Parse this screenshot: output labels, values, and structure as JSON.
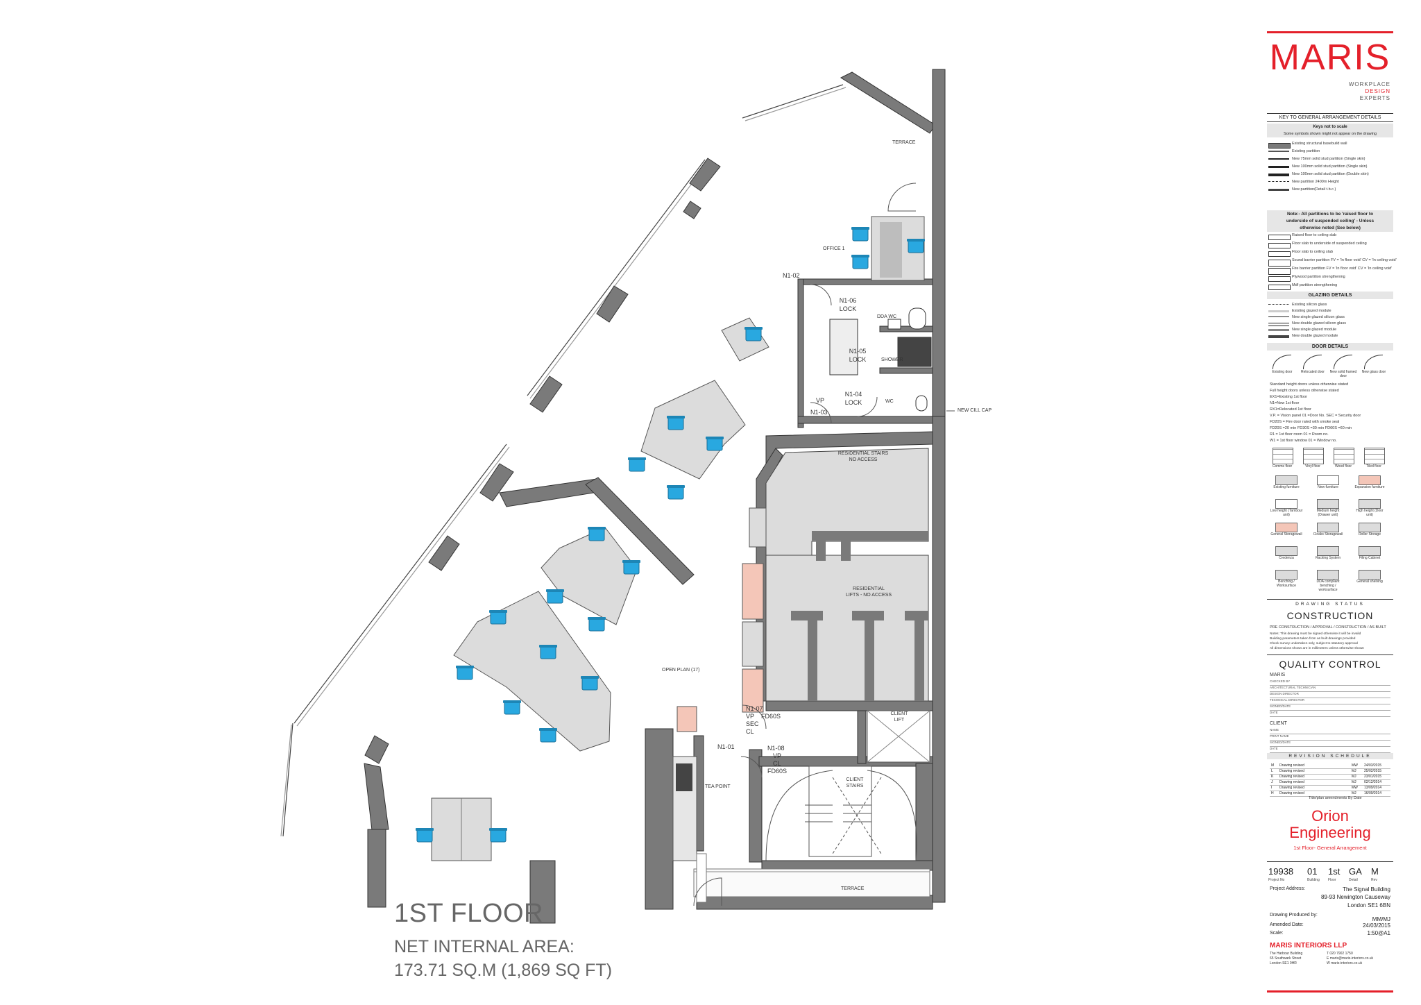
{
  "floor": {
    "title": "1ST FLOOR",
    "area_label": "NET INTERNAL AREA:",
    "area_value": "173.71 SQ.M (1,869 SQ FT)"
  },
  "rooms": {
    "terrace_top": "TERRACE",
    "office1": "OFFICE 1",
    "dda_wc": "DDA WC",
    "shower": "SHOWER",
    "wc": "WC",
    "res_stairs_1": "RESIDENTIAL STAIRS",
    "res_stairs_2": "NO ACCESS",
    "res_lifts_1": "RESIDENTIAL",
    "res_lifts_2": "LIFTS - NO ACCESS",
    "open_plan": "OPEN PLAN (17)",
    "tea_point": "TEA POINT",
    "client_lift_1": "CLIENT",
    "client_lift_2": "LIFT",
    "client_stairs_1": "CLIENT",
    "client_stairs_2": "STAIRS",
    "terrace_bottom": "TERRACE",
    "new_cill_cap": "NEW CILL CAP"
  },
  "doors": {
    "n102": "N1-02",
    "n106": "N1-06",
    "n106_b": "LOCK",
    "n105": "N1-05",
    "n105_b": "LOCK",
    "n104": "N1-04",
    "n104_b": "LOCK",
    "n103": "N1-03",
    "vp": "VP",
    "n107": "N1-07",
    "n107_b": "VP",
    "n107_c": "FD60S",
    "n107_d": "SEC",
    "n107_e": "CL",
    "n101": "N1-01",
    "n108": "N1-08",
    "n108_b": "VP",
    "n108_c": "CL",
    "n108_d": "FD60S"
  },
  "titleblock": {
    "logo": "MARIS",
    "tag1": "WORKPLACE",
    "tag2": "DESIGN",
    "tag3": "EXPERTS",
    "key_title": "KEY TO GENERAL ARRANGEMENT DETAILS",
    "keys_note1": "Keys not to scale",
    "keys_note2": "Some symbols shown might not appear on the drawing",
    "wall_keys": [
      "Existing structural basebuild wall",
      "Existing partition",
      "New 75mm solid stud partition (Single skin)",
      "New 100mm solid stud partition (Single skin)",
      "New 100mm solid stud partition (Double skin)",
      "New partition 2400m Height",
      "New partition(Detail t.b.c.)"
    ],
    "partition_note1": "Note:- All partitions to be 'raised floor to",
    "partition_note2": "underside of suspended ceiling' - Unless",
    "partition_note3": "otherwise noted (See below)",
    "partition_keys": [
      "Raised floor to ceiling slab",
      "Floor slab to underside of suspended ceiling",
      "Floor slab to ceiling slab",
      "Sound barrier partition FV = 'In floor void' CV = 'In ceiling void'",
      "Fire barrier partition FV = 'In floor void' CV = 'In ceiling void'",
      "Plywood partition strengthening",
      "Mdf partition strengthening"
    ],
    "glazing_title": "GLAZING DETAILS",
    "glazing_keys": [
      "Existing silicon glass",
      "Existing glazed module",
      "New single glazed silicon glass",
      "New double glazed silicon glass",
      "New single glazed module",
      "New double glazed module"
    ],
    "door_title": "DOOR DETAILS",
    "door_types": [
      "Existing door",
      "Relocated door",
      "New solid framed door",
      "New glass door"
    ],
    "door_notes": [
      "Standard height doors unless otherwise stated",
      "Full height doors unless otherwise stated",
      "EX1=Existing 1st floor",
      "N1=New 1st floor",
      "RX1=Relocated 1st floor",
      "V.P. = Vision panel   01 =Door No.   SEC = Security door",
      "FD20S = Fire door rated with smoke seal",
      "FD20S =20 min   FD30S =30 min   FD60S =60 min",
      "R1 = 1st floor room   01 = Room no.",
      "W1 = 1st floor window   01 = Window no."
    ],
    "floor_types": [
      "Comms floor",
      "Vinyl floor",
      "Wood floor",
      "Tiled floor"
    ],
    "furniture_types": [
      "Existing furniture",
      "New furniture",
      "Expansion furniture",
      "Low height (Tambour unit)",
      "Medium height (Drawer unit)",
      "High height (Door unit)",
      "General Storagewall",
      "Cloaks Storagewall",
      "Roller Storage",
      "Credenza",
      "Racking System",
      "Filing Cabinet",
      "Benching / Worksurface",
      "DDA compliant benching / worksurface",
      "General shelving"
    ],
    "status_title": "DRAWING STATUS",
    "status_value": "CONSTRUCTION",
    "status_options": "PRE CONSTRUCTION / APPROVAL / CONSTRUCTION / AS BUILT",
    "status_notes": [
      "Notes: This drawing must be signed otherwise it will be invalid",
      "Building parameters taken from as built drawings provided",
      "Check survey undertaken only, subject to statutory approval",
      "All dimensions shown are in millimetres unless otherwise shown"
    ],
    "qc_title": "QUALITY CONTROL",
    "qc_maris": "MARIS",
    "qc_rows": [
      "CHECKED BY",
      "ARCHITECTURAL TECHNICIAN",
      "DESIGN DIRECTOR",
      "TECHNICAL DIRECTOR",
      "SIGNED/DATE",
      "DATE"
    ],
    "qc_client": "CLIENT",
    "qc_client_rows": [
      "NAME",
      "PRINT NAME",
      "SIGNED/DATE",
      "DATE"
    ],
    "rev_title": "REVISION SCHEDULE",
    "revisions": [
      {
        "rev": "M",
        "desc": "Drawing revised",
        "by": "MW",
        "date": "24/03/2015"
      },
      {
        "rev": "L",
        "desc": "Drawing revised",
        "by": "MJ",
        "date": "25/02/2015"
      },
      {
        "rev": "K",
        "desc": "Drawing revised",
        "by": "MJ",
        "date": "23/01/2015"
      },
      {
        "rev": "J",
        "desc": "Drawing revised",
        "by": "MJ",
        "date": "02/12/2014"
      },
      {
        "rev": "I",
        "desc": "Drawing revised",
        "by": "MW",
        "date": "13/09/2014"
      },
      {
        "rev": "H",
        "desc": "Drawing revised",
        "by": "MJ",
        "date": "16/09/2014"
      }
    ],
    "rev_footer": "Title/plan amendments   By   Date",
    "client_name1": "Orion",
    "client_name2": "Engineering",
    "drawing_name": "1st Floor- General Arrangement",
    "codes": [
      {
        "v": "19938",
        "l": "Project No"
      },
      {
        "v": "01",
        "l": "Building"
      },
      {
        "v": "1st",
        "l": "Floor"
      },
      {
        "v": "GA",
        "l": "Detail"
      },
      {
        "v": "M",
        "l": "Rev"
      }
    ],
    "address_label": "Project Address:",
    "address1": "The Signal Building",
    "address2": "89-93 Newington Causeway",
    "address3": "London  SE1 6BN",
    "produced_label": "Drawing Produced by:",
    "produced_value": "MM/MJ",
    "amended_label": "Amended Date:",
    "amended_value": "24/03/2015",
    "scale_label": "Scale:",
    "scale_value": "1:50@A1",
    "company": "MARIS INTERIORS LLP",
    "company_addr": [
      "The Harbour Building",
      "65 Southwark Street",
      "London SE1 0HR"
    ],
    "company_contacts": [
      "T  020 7902 1750",
      "E  maris@maris-interiors.co.uk",
      "W  maris-interiors.co.uk"
    ]
  },
  "colors": {
    "brand_red": "#e4202a",
    "wall": "#7a7a7a",
    "chair": "#29a8e0",
    "core": "#dcdcdc",
    "storage": "#f4c6b8"
  }
}
